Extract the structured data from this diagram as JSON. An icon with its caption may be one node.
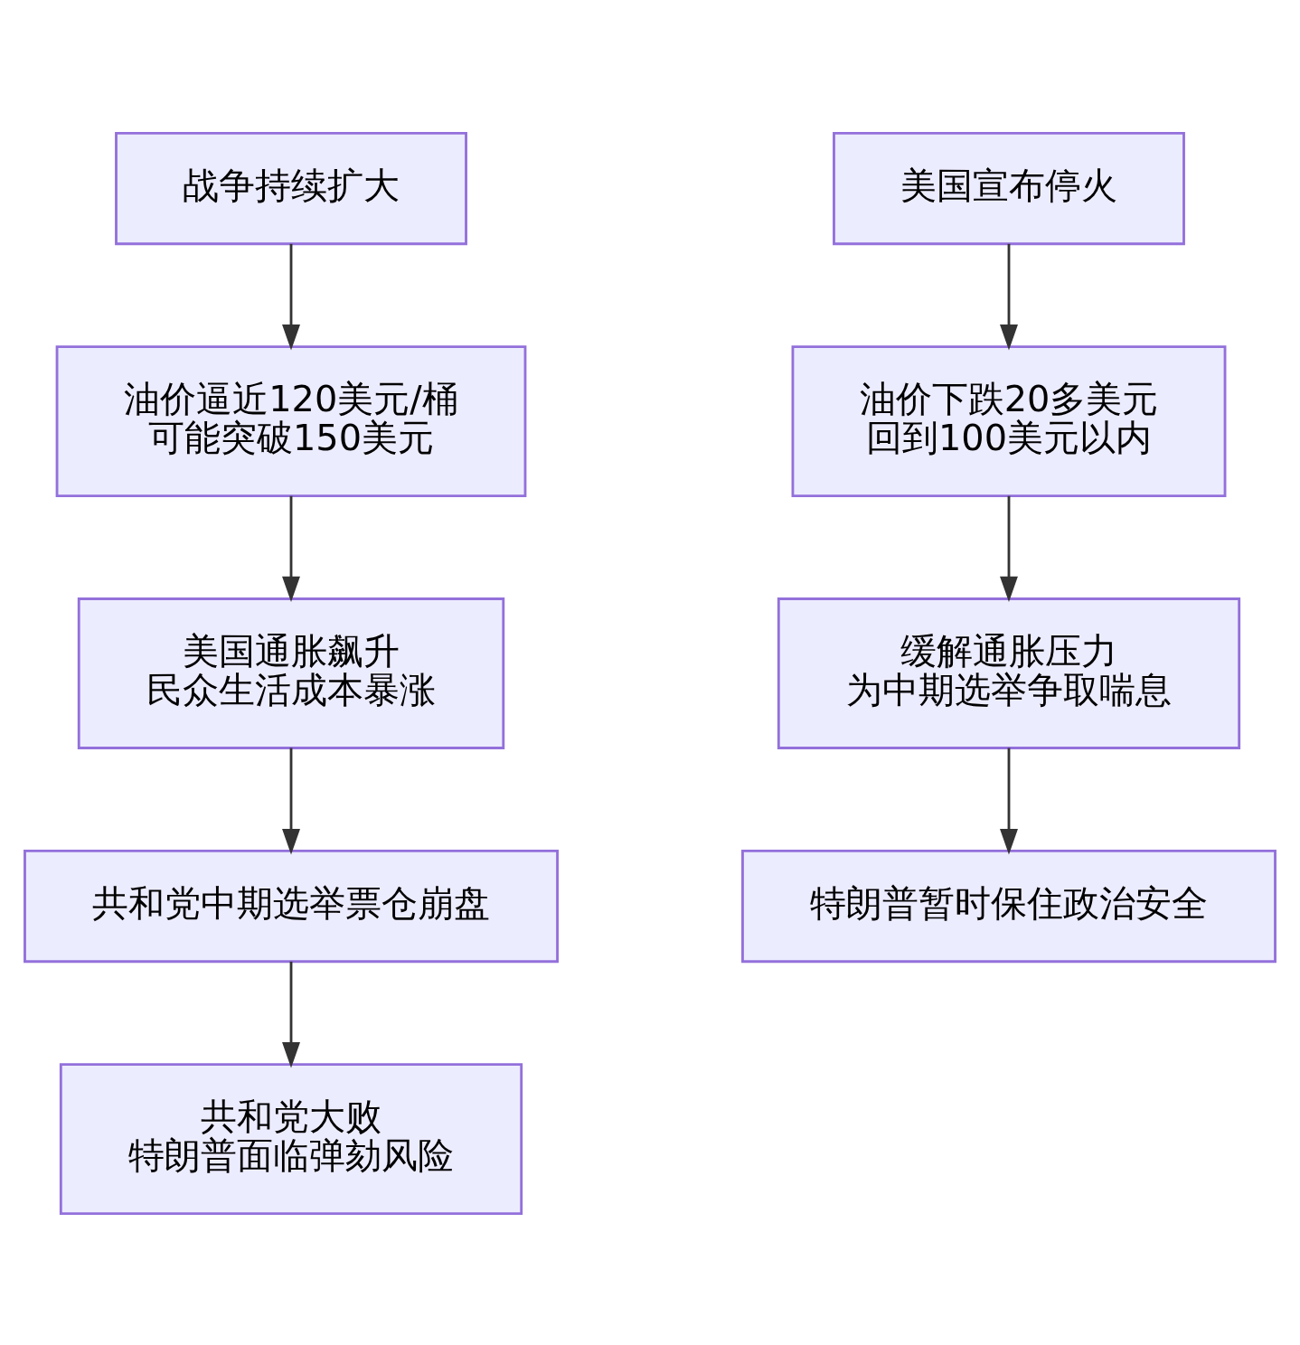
{
  "diagram": {
    "nodes": [
      {
        "text": [
          "战争持续扩大"
        ]
      },
      {
        "text": [
          "油价逼近120美元/桶",
          "可能突破150美元"
        ]
      },
      {
        "text": [
          "美国通胀飙升",
          "民众生活成本暴涨"
        ]
      },
      {
        "text": [
          "共和党中期选举票仓崩盘"
        ]
      },
      {
        "text": [
          "共和党大败",
          "特朗普面临弹劾风险"
        ]
      },
      {
        "text": [
          "美国宣布停火"
        ]
      },
      {
        "text": [
          "油价下跌20多美元",
          "回到100美元以内"
        ]
      },
      {
        "text": [
          "缓解通胀压力",
          "为中期选举争取喘息"
        ]
      },
      {
        "text": [
          "特朗普暂时保住政治安全"
        ]
      }
    ],
    "edges": [
      {
        "from": 0,
        "to": 1,
        "arrow": "to"
      },
      {
        "from": 1,
        "to": 2,
        "arrow": "to"
      },
      {
        "from": 2,
        "to": 3,
        "arrow": "to"
      },
      {
        "from": 3,
        "to": 4,
        "arrow": "to"
      },
      {
        "from": 5,
        "to": 6,
        "arrow": "to"
      },
      {
        "from": 6,
        "to": 7,
        "arrow": "to"
      },
      {
        "from": 7,
        "to": 8,
        "arrow": "to"
      }
    ]
  }
}
